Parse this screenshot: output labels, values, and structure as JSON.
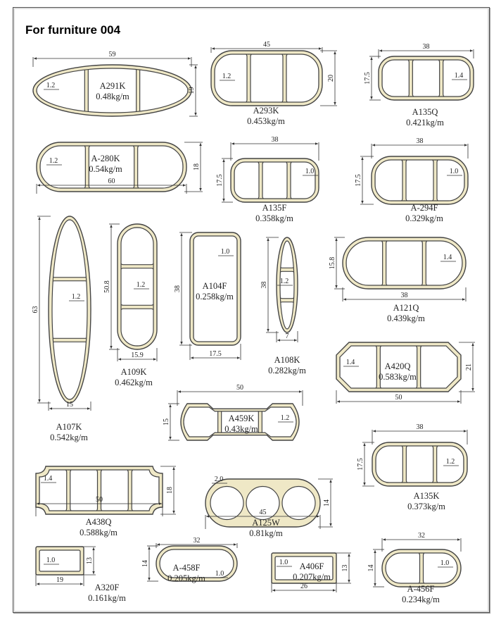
{
  "title": "For furniture 004",
  "colors": {
    "profile_fill": "#efe8c6",
    "outline": "#444444",
    "cell_fill": "#ffffff"
  },
  "profiles": [
    {
      "code": "A291K",
      "weight": "0.48kg/m",
      "width": "59",
      "height": "19",
      "thickness": "1.2"
    },
    {
      "code": "A293K",
      "weight": "0.453kg/m",
      "width": "45",
      "height": "20",
      "thickness": "1.2"
    },
    {
      "code": "A135Q",
      "weight": "0.421kg/m",
      "width": "38",
      "height": "17.5",
      "thickness": "1.4"
    },
    {
      "code": "A-280K",
      "weight": "0.54kg/m",
      "width": "60",
      "height": "18",
      "thickness": "1.2"
    },
    {
      "code": "A135F",
      "weight": "0.358kg/m",
      "width": "38",
      "height": "17.5",
      "thickness": "1.0"
    },
    {
      "code": "A-294F",
      "weight": "0.329kg/m",
      "width": "38",
      "height": "17.5",
      "thickness": "1.0"
    },
    {
      "code": "A107K",
      "weight": "0.542kg/m",
      "width": "15",
      "height": "63",
      "thickness": "1.2"
    },
    {
      "code": "A109K",
      "weight": "0.462kg/m",
      "width": "15.9",
      "height": "50.8",
      "thickness": "1.2"
    },
    {
      "code": "A104F",
      "weight": "0.258kg/m",
      "width": "17.5",
      "height": "38",
      "thickness": "1.0"
    },
    {
      "code": "A108K",
      "weight": "0.282kg/m",
      "width": "7",
      "height": "38",
      "thickness": "1.2"
    },
    {
      "code": "A121Q",
      "weight": "0.439kg/m",
      "width": "38",
      "height": "15.8",
      "thickness": "1.4"
    },
    {
      "code": "A420Q",
      "weight": "0.583kg/m",
      "width": "50",
      "height": "21",
      "thickness": "1.4"
    },
    {
      "code": "A459K",
      "weight": "0.43kg/m",
      "width": "50",
      "height": "15",
      "thickness": "1.2"
    },
    {
      "code": "A135K",
      "weight": "0.373kg/m",
      "width": "38",
      "height": "17.5",
      "thickness": "1.2"
    },
    {
      "code": "A438Q",
      "weight": "0.588kg/m",
      "width": "50",
      "height": "18",
      "thickness": "1.4"
    },
    {
      "code": "A125W",
      "weight": "0.81kg/m",
      "width": "45",
      "height": "14",
      "thickness": "2.0"
    },
    {
      "code": "A320F",
      "weight": "0.161kg/m",
      "width": "19",
      "height": "13",
      "thickness": "1.0"
    },
    {
      "code": "A-458F",
      "weight": "0.205kg/m",
      "width": "32",
      "height": "14",
      "thickness": "1.0"
    },
    {
      "code": "A406F",
      "weight": "0.207kg/m",
      "width": "26",
      "height": "13",
      "thickness": "1.0"
    },
    {
      "code": "A-456F",
      "weight": "0.234kg/m",
      "width": "32",
      "height": "14",
      "thickness": "1.0"
    }
  ]
}
